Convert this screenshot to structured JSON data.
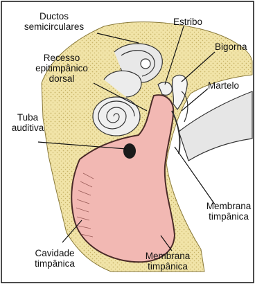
{
  "labels": {
    "ductos_semicirculares": [
      "Ductos",
      "semicirculares"
    ],
    "estribo": "Estribo",
    "bigorna": "Bigorna",
    "recesso_epitimpanico_dorsal": [
      "Recesso",
      "epitimpânico",
      "dorsal"
    ],
    "martelo": "Martelo",
    "tuba_auditiva": [
      "Tuba",
      "auditiva"
    ],
    "membrana_timpanica_right": [
      "Membrana",
      "timpânica"
    ],
    "cavidade_timpanica": [
      "Cavidade",
      "timpânica"
    ],
    "membrana_timpanica_bottom": [
      "Membrana",
      "timpânica"
    ]
  },
  "colors": {
    "bone": "#f1e4a8",
    "bone_dots": "#c9b56a",
    "cavity": "#f2b8b3",
    "cavity_stroke": "#4a2a28",
    "canal": "#e8e8e8",
    "line": "#111111"
  }
}
